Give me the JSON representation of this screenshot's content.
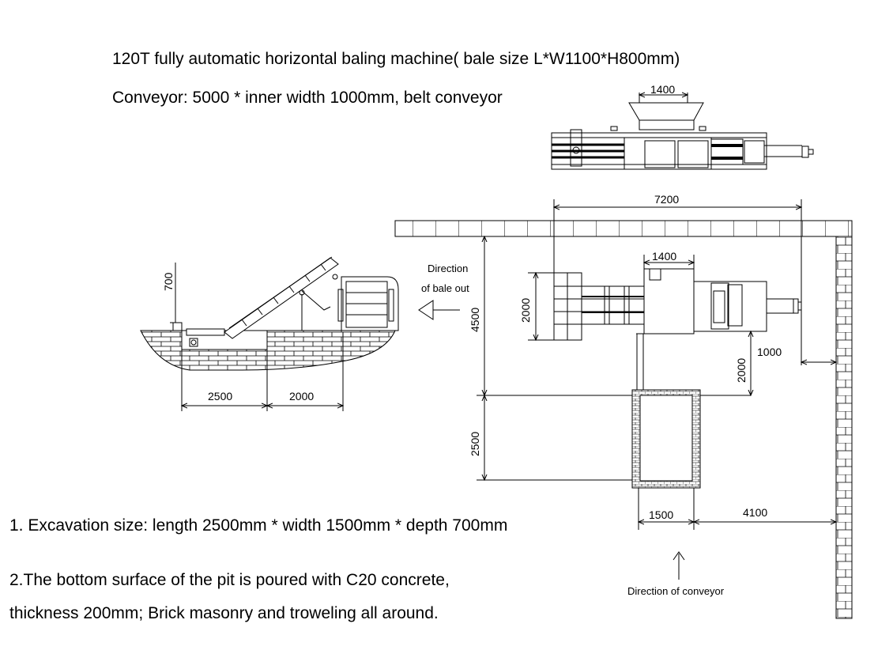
{
  "header": {
    "title": "120T fully automatic horizontal baling machine( bale size L*W1100*H800mm)",
    "conveyor_spec": "Conveyor: 5000 * inner width 1000mm, belt conveyor"
  },
  "notes": {
    "note1": "1. Excavation size: length 2500mm * width 1500mm * depth 700mm",
    "note2_line1": "2.The bottom surface of the pit is poured with C20 concrete,",
    "note2_line2": "thickness 200mm; Brick masonry and troweling all around."
  },
  "labels": {
    "bale_out_line1": "Direction",
    "bale_out_line2": "of bale out",
    "conveyor_direction": "Direction of conveyor"
  },
  "dimensions": {
    "top_view_hopper": "1400",
    "overall_length": "7200",
    "plan_hopper": "1400",
    "plan_bale_length": "2000",
    "plan_depth": "4500",
    "plan_wall_gap": "1000",
    "plan_offset": "2000",
    "pit_length": "2500",
    "pit_width": "1500",
    "side_wall_gap": "4100",
    "side_pit_depth": "700",
    "side_pit_length": "2500",
    "side_machine_length": "2000"
  },
  "colors": {
    "ink": "#000000",
    "background": "#ffffff"
  }
}
